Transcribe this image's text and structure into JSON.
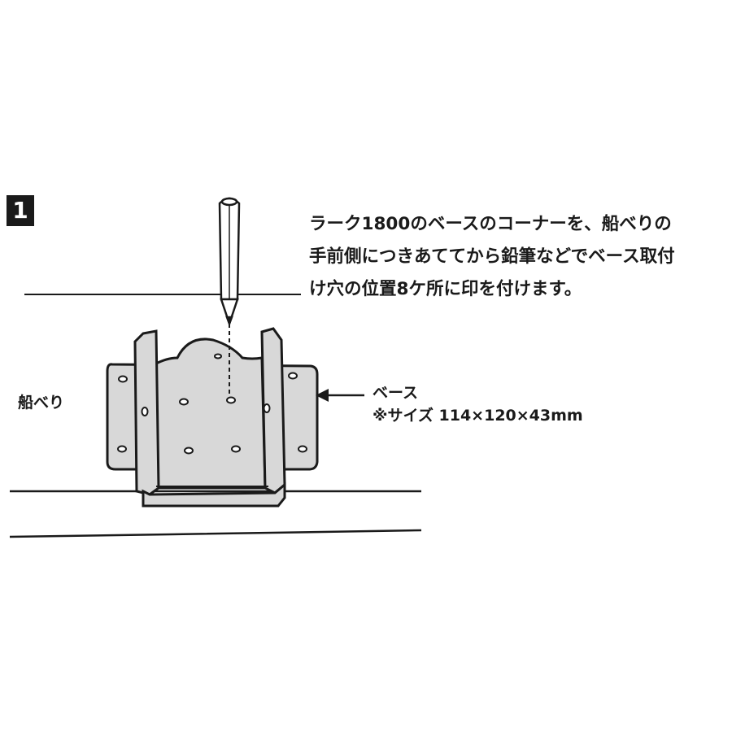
{
  "step_number": "1",
  "instruction_lines": [
    "ラーク1800のベースのコーナーを、船べりの",
    "手前側につきあててから鉛筆などでベース取付",
    "け穴の位置8ケ所に印を付けます。"
  ],
  "labels": {
    "gunwale": "船べり",
    "base": "ベース",
    "size": "※サイズ 114×120×43mm"
  },
  "icons": [
    "pencil-icon",
    "arrow-left-icon"
  ],
  "colors": {
    "ink": "#1a1a1a",
    "base_fill": "#d8d8d8",
    "background": "#ffffff"
  }
}
